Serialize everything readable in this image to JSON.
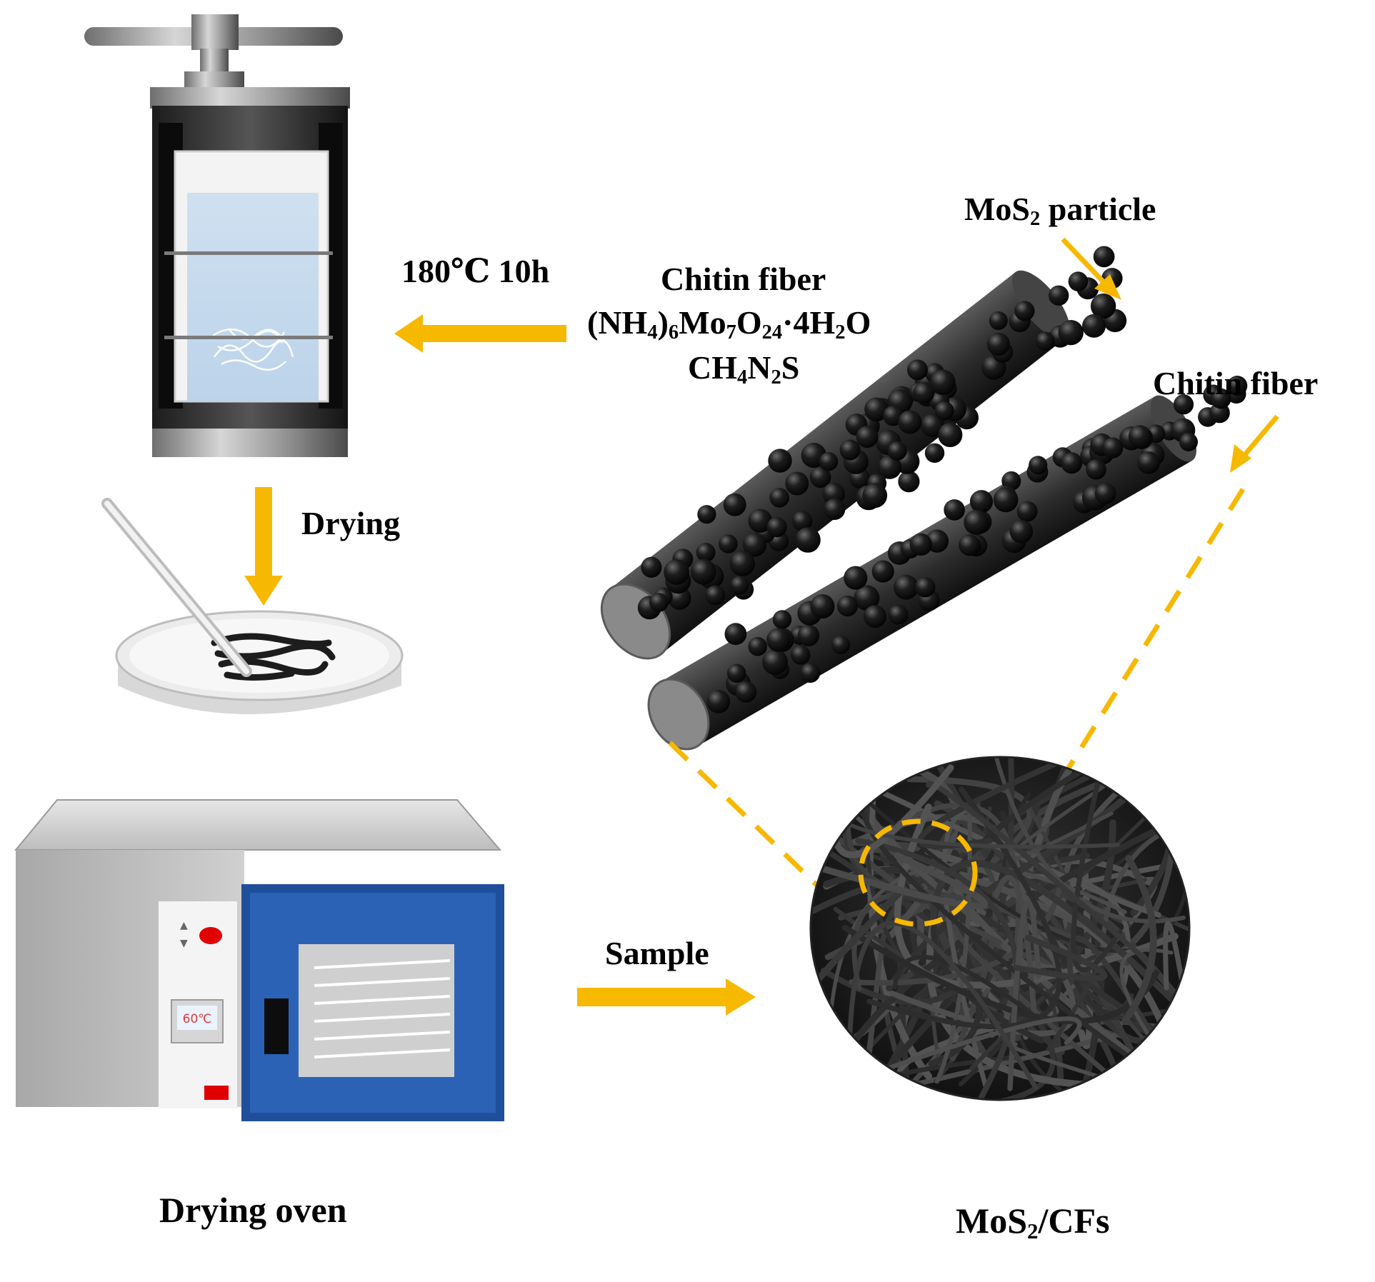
{
  "colors": {
    "arrow": "#f7b800",
    "dash": "#f7b800",
    "oven_door": "#1f4f9a",
    "oven_body": "#d9d9d9",
    "fiber": "#3a3a3a",
    "particle": "#141414",
    "display_text": "#e03a3a"
  },
  "labels": {
    "reaction_condition": "180℃ 10h",
    "reagents": {
      "line1": "Chitin fiber",
      "line2": {
        "a": "(NH",
        "s1": "4",
        "b": ")",
        "s2": "6",
        "c": "Mo",
        "s3": "7",
        "d": "O",
        "s4": "24",
        "e": "·4H",
        "s5": "2",
        "f": "O"
      },
      "line3": {
        "a": "CH",
        "s1": "4",
        "b": "N",
        "s2": "2",
        "c": "S"
      }
    },
    "drying": "Drying",
    "sample": "Sample",
    "drying_oven": "Drying oven",
    "oven_display": "60℃",
    "mos2_particle": {
      "a": "MoS",
      "sub": "2",
      "b": " particle"
    },
    "chitin_fiber_callout": "Chitin fiber",
    "product": {
      "a": "MoS",
      "sub": "2",
      "b": "/CFs"
    }
  },
  "icons": {
    "autoclave": "autoclave-icon",
    "petri_dish": "petri-dish-icon",
    "oven": "drying-oven-icon",
    "fiber_model": "fiber-particle-model",
    "sample_disc": "fiber-network-disc"
  }
}
